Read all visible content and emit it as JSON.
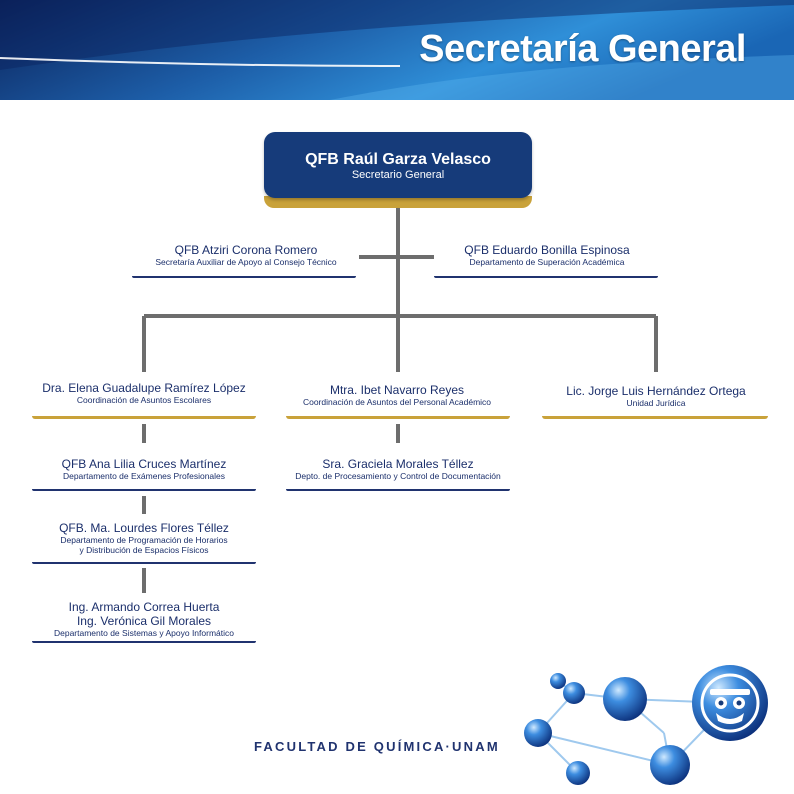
{
  "header": {
    "title": "Secretaría General"
  },
  "top": {
    "name": "QFB Raúl Garza Velasco",
    "role": "Secretario General"
  },
  "advisors": [
    {
      "name": "QFB Atziri Corona Romero",
      "role": "Secretaría Auxiliar de Apoyo al Consejo Técnico"
    },
    {
      "name": "QFB Eduardo Bonilla Espinosa",
      "role": "Departamento de Superación Académica"
    }
  ],
  "branches": [
    {
      "name": "Dra. Elena Guadalupe Ramírez López",
      "role": "Coordinación de Asuntos Escolares"
    },
    {
      "name": "Mtra. Ibet Navarro Reyes",
      "role": "Coordinación de Asuntos del Personal Académico"
    },
    {
      "name": "Lic. Jorge Luis Hernández Ortega",
      "role": "Unidad Jurídica"
    }
  ],
  "escolares_children": [
    {
      "name": "QFB Ana Lilia Cruces Martínez",
      "role": "Departamento de Exámenes Profesionales"
    },
    {
      "name": "QFB. Ma. Lourdes Flores Téllez",
      "role1": "Departamento de Programación de Horarios",
      "role2": "y Distribución de Espacios Físicos"
    },
    {
      "name1": "Ing. Armando Correa Huerta",
      "name2": "Ing. Verónica Gil Morales",
      "role": "Departamento de Sistemas y Apoyo Informático"
    }
  ],
  "academico_children": [
    {
      "name": "Sra. Graciela Morales Téllez",
      "role": "Depto. de Procesamiento y Control de Documentación"
    }
  ],
  "footer": {
    "label": "FACULTAD DE QUÍMICA·UNAM"
  },
  "colors": {
    "navy": "#163b7a",
    "gold": "#c9a23a",
    "text": "#1b2f6b",
    "connector": "#6d6d6d"
  }
}
